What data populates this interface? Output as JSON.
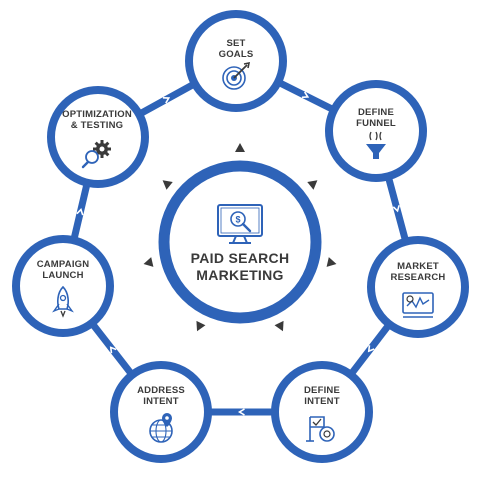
{
  "center": {
    "line1": "PAID SEARCH",
    "line2": "MARKETING",
    "icon": "monitor-dollar-search-icon"
  },
  "colors": {
    "ring": "#2e63b8",
    "connector": "#2e63b8",
    "arrow": "#3a3a3a",
    "text": "#3a3a3a",
    "icon": "#2e63b8"
  },
  "steps": [
    {
      "key": "set-goals",
      "line1": "SET",
      "line2": "GOALS",
      "icon": "target-arrow-icon"
    },
    {
      "key": "define-funnel",
      "line1": "DEFINE",
      "line2": "FUNNEL",
      "icon": "funnel-icon"
    },
    {
      "key": "market-research",
      "line1": "MARKET",
      "line2": "RESEARCH",
      "icon": "analytics-monitor-icon"
    },
    {
      "key": "define-intent",
      "line1": "DEFINE",
      "line2": "INTENT",
      "icon": "flag-target-icon"
    },
    {
      "key": "address-intent",
      "line1": "ADDRESS",
      "line2": "INTENT",
      "icon": "globe-pin-icon"
    },
    {
      "key": "campaign-launch",
      "line1": "CAMPAIGN",
      "line2": "LAUNCH",
      "icon": "rocket-icon"
    },
    {
      "key": "optimization-testing",
      "line1": "OPTIMIZATION",
      "line2": "& TESTING",
      "icon": "gear-magnifier-icon"
    }
  ]
}
